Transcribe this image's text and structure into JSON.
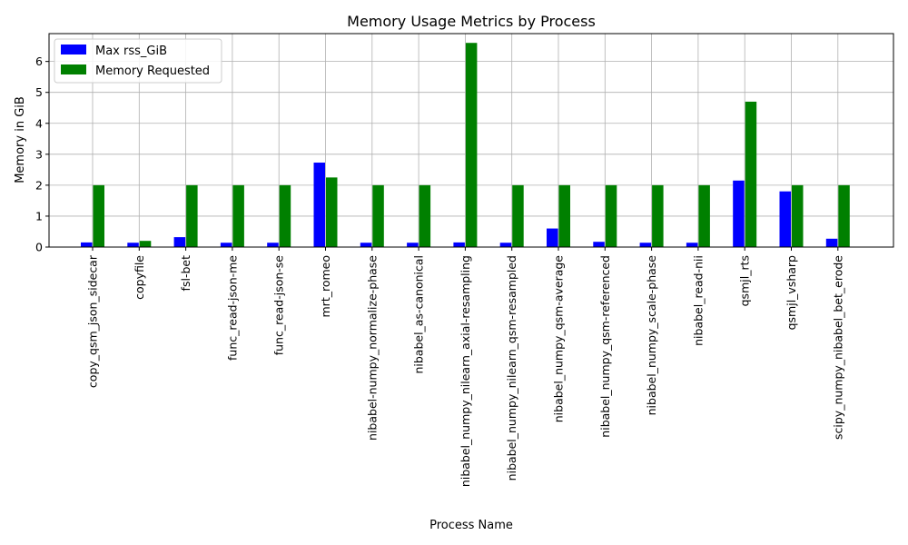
{
  "chart_data": {
    "type": "bar",
    "title": "Memory Usage Metrics by Process",
    "xlabel": "Process Name",
    "ylabel": "Memory in GiB",
    "ylim": [
      0,
      6.9
    ],
    "yticks": [
      0,
      1,
      2,
      3,
      4,
      5,
      6
    ],
    "grid": true,
    "legend_position": "top-left",
    "categories": [
      "copy_qsm_json_sidecar",
      "copyfile",
      "fsl-bet",
      "func_read-json-me",
      "func_read-json-se",
      "mrt_romeo",
      "nibabel-numpy_normalize-phase",
      "nibabel_as-canonical",
      "nibabel_numpy_nilearn_axial-resampling",
      "nibabel_numpy_nilearn_qsm-resampled",
      "nibabel_numpy_qsm-average",
      "nibabel_numpy_qsm-referenced",
      "nibabel_numpy_scale-phase",
      "nibabel_read-nii",
      "qsmjl_rts",
      "qsmjl_vsharp",
      "scipy_numpy_nibabel_bet_erode"
    ],
    "series": [
      {
        "name": "Max rss_GiB",
        "color": "#0000ff",
        "values": [
          0.15,
          0.14,
          0.32,
          0.14,
          0.14,
          2.73,
          0.14,
          0.14,
          0.15,
          0.14,
          0.6,
          0.17,
          0.14,
          0.14,
          2.15,
          1.8,
          0.27
        ]
      },
      {
        "name": "Memory Requested",
        "color": "#008000",
        "values": [
          2.0,
          0.2,
          2.0,
          2.0,
          2.0,
          2.25,
          2.0,
          2.0,
          6.6,
          2.0,
          2.0,
          2.0,
          2.0,
          2.0,
          4.7,
          2.0,
          2.0
        ]
      }
    ]
  }
}
